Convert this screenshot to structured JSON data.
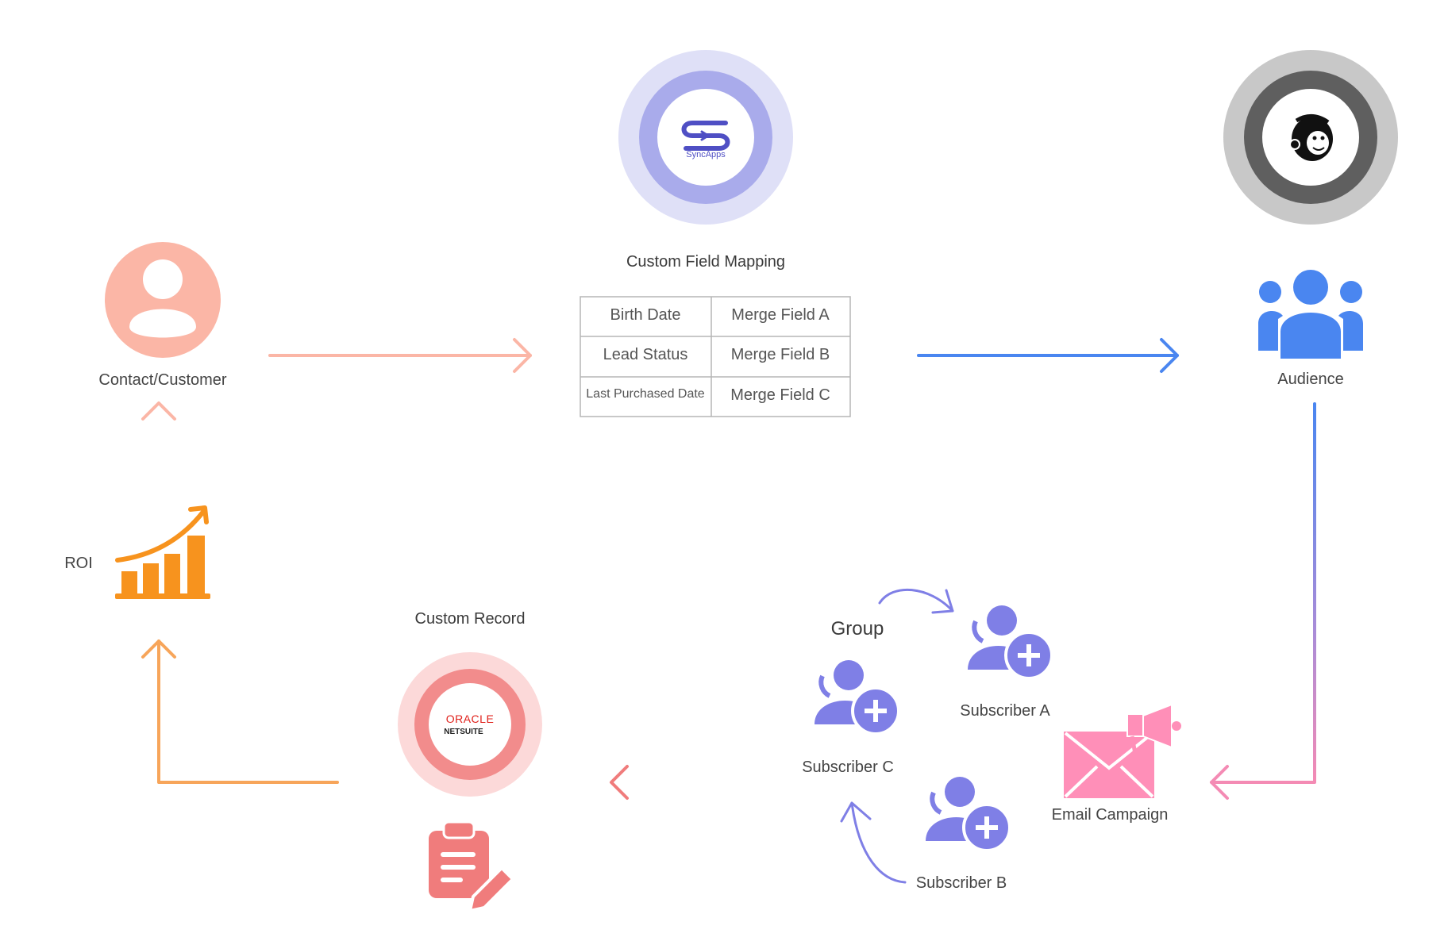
{
  "nodes": {
    "contact": "Contact/Customer",
    "syncapps_logo": "SyncApps",
    "mapping_title": "Custom Field Mapping",
    "audience": "Audience",
    "roi": "ROI",
    "custom_record": "Custom Record",
    "oracle_logo_top": "ORACLE",
    "oracle_logo_bottom": "NETSUITE",
    "group": "Group",
    "subscriber_a": "Subscriber A",
    "subscriber_b": "Subscriber B",
    "subscriber_c": "Subscriber C",
    "email_campaign": "Email Campaign"
  },
  "mapping_table": [
    [
      "Birth Date",
      "Merge Field A"
    ],
    [
      "Lead Status",
      "Merge Field B"
    ],
    [
      "Last Purchased Date",
      "Merge Field C"
    ]
  ],
  "icons": {
    "contact": "user-circle-icon",
    "syncapps": "syncapps-logo-icon",
    "mailchimp": "mailchimp-logo-icon",
    "audience": "audience-group-icon",
    "roi": "bar-chart-growth-icon",
    "oracle": "oracle-netsuite-logo-icon",
    "clipboard": "clipboard-edit-icon",
    "subscriber": "user-add-icon",
    "email": "email-megaphone-icon"
  },
  "colors": {
    "contact": "#FBB6A6",
    "syncapps_outer": "#DFE0F7",
    "syncapps_ring": "#A9ABEB",
    "syncapps_brand": "#4F4FC4",
    "mailchimp_outer": "#C8C8C8",
    "mailchimp_ring": "#5F5F5F",
    "audience": "#4A86F0",
    "roi": "#F7931E",
    "oracle_outer": "#FCD9D9",
    "oracle_ring": "#F28C8C",
    "oracle_brand": "#E0211B",
    "subscriber": "#7F7FE6",
    "email": "#FF8FB8",
    "clipboard": "#F07C7C"
  }
}
